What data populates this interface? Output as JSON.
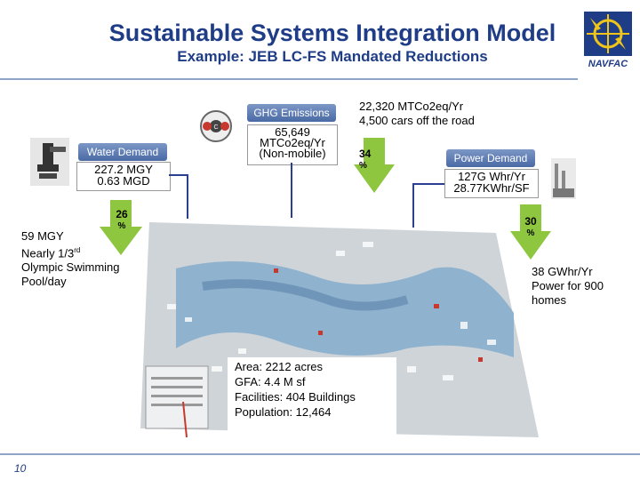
{
  "slide": {
    "title": "Sustainable Systems Integration Model",
    "subtitle": "Example: JEB LC-FS Mandated Reductions",
    "page_number": "10"
  },
  "logo": {
    "text": "NAVFAC"
  },
  "water": {
    "label": "Water Demand",
    "value_line1": "227.2 MGY",
    "value_line2": "0.63 MGD",
    "reduction_pct_line1": "26",
    "reduction_pct_line2": "%",
    "note_line1": "59 MGY",
    "note_line2_prefix": "Nearly 1/3",
    "note_line2_sup": "rd",
    "note_line3": "Olympic Swimming",
    "note_line4": "Pool/day"
  },
  "ghg": {
    "label": "GHG Emissions",
    "value_line1": "65,649",
    "value_line2": "MTCo2eq/Yr",
    "value_line3": "(Non-mobile)",
    "reduction_pct_line1": "34",
    "reduction_pct_line2": "%",
    "note_line1": "22,320 MTCo2eq/Yr",
    "note_line2": "4,500 cars off the road"
  },
  "power": {
    "label": "Power Demand",
    "value_line1": "127G Whr/Yr",
    "value_line2": "28.77KWhr/SF",
    "reduction_pct_line1": "30",
    "reduction_pct_line2": "%",
    "note_line1": "38 GWhr/Yr",
    "note_line2": "Power for 900",
    "note_line3": "homes"
  },
  "site": {
    "area": "Area: 2212 acres",
    "gfa": "GFA: 4.4 M sf",
    "facilities": "Facilities: 404 Buildings",
    "population": "Population:  12,464"
  },
  "colors": {
    "title": "#1f3d86",
    "arrow": "#8ec63f",
    "pill": "#5a78b0",
    "connector": "#2a3f8f"
  }
}
